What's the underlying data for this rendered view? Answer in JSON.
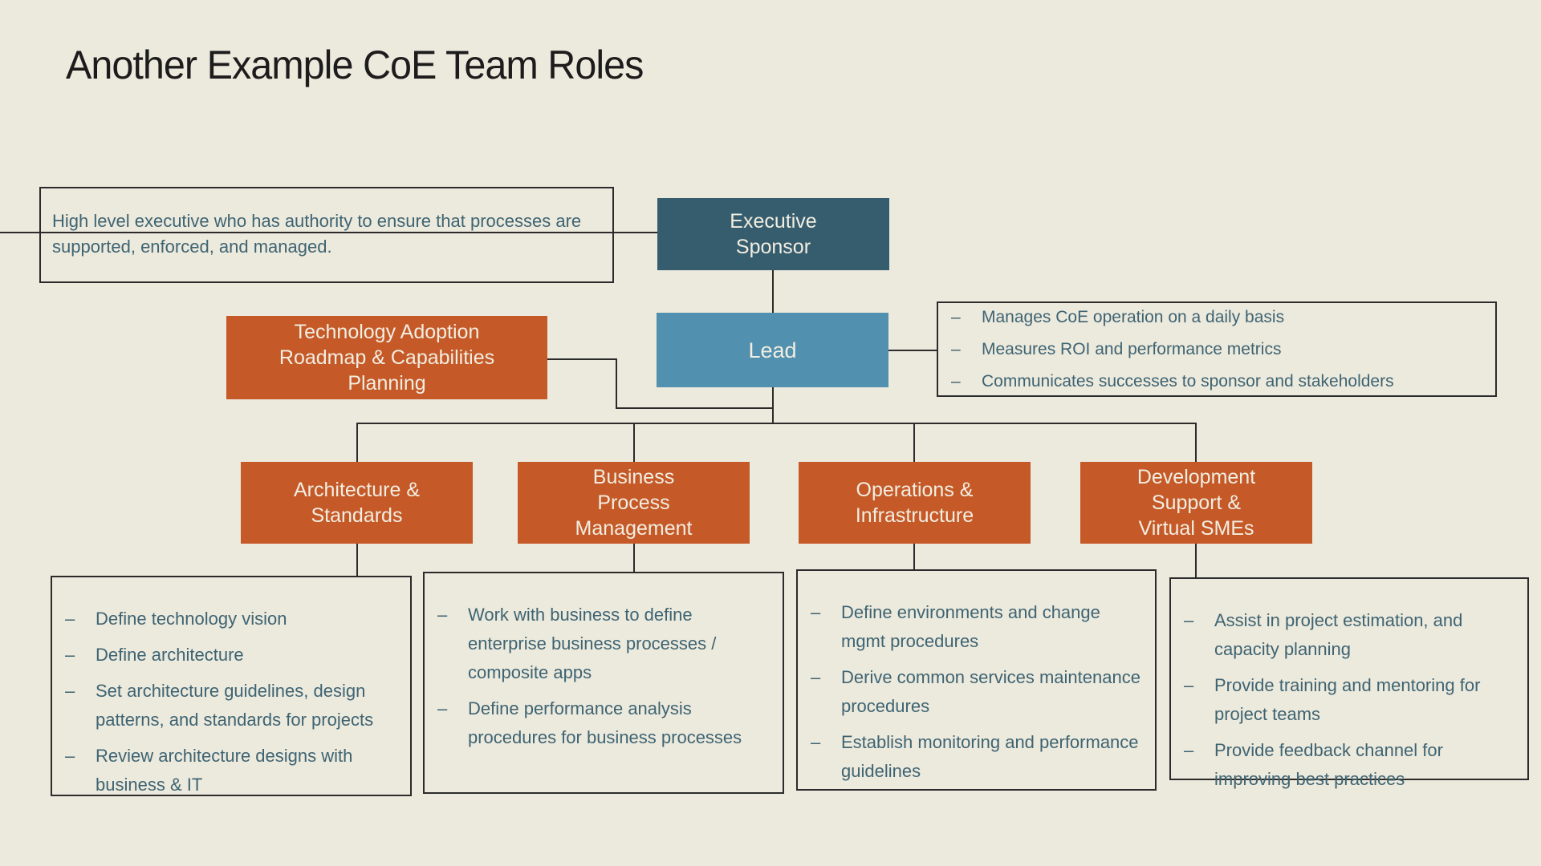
{
  "title": "Another Example CoE Team Roles",
  "bullet_char": "–",
  "colors": {
    "background": "#ECE9DD",
    "dark_teal": "#365D6E",
    "medium_blue": "#5190AE",
    "orange": "#C55A28",
    "text_slate": "#3E6472",
    "line": "#2B2B2B",
    "box_text": "#F2EEE2",
    "title_text": "#1C1C1C"
  },
  "nodes": {
    "executive_sponsor": {
      "label": "Executive\nSponsor"
    },
    "lead": {
      "label": "Lead"
    },
    "technology_adoption": {
      "label": "Technology Adoption\nRoadmap & Capabilities\nPlanning"
    },
    "architecture_standards": {
      "label": "Architecture &\nStandards"
    },
    "business_process_management": {
      "label": "Business\nProcess\nManagement"
    },
    "operations_infrastructure": {
      "label": "Operations &\nInfrastructure"
    },
    "development_support": {
      "label": "Development\nSupport &\nVirtual SMEs"
    }
  },
  "annotations": {
    "executive_sponsor_note": "High level executive who has authority to ensure that processes are supported, enforced, and managed.",
    "lead_responsibilities": [
      "Manages CoE operation on a daily basis",
      "Measures ROI and performance metrics",
      "Communicates successes to sponsor and stakeholders"
    ],
    "architecture_standards_items": [
      "Define technology vision",
      "Define architecture",
      "Set architecture guidelines, design patterns, and standards for projects",
      "Review architecture designs with business & IT"
    ],
    "business_process_items": [
      "Work with business to define enterprise business processes / composite apps",
      "Define performance analysis procedures for business processes"
    ],
    "operations_items": [
      "Define environments and change mgmt procedures",
      "Derive common services maintenance procedures",
      "Establish monitoring and performance guidelines"
    ],
    "development_support_items": [
      "Assist in project estimation, and capacity planning",
      "Provide training and mentoring for project teams",
      "Provide feedback channel for improving best practices"
    ]
  }
}
